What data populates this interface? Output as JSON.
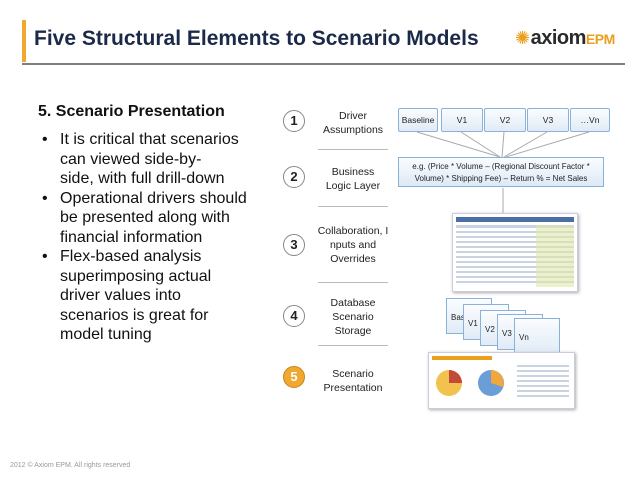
{
  "header": {
    "title": "Five Structural Elements to Scenario Models",
    "logo_text": "axiom",
    "logo_suffix": "EPM"
  },
  "content": {
    "section_heading": "5. Scenario Presentation",
    "bullets": [
      "It is critical that scenarios\ncan viewed side-by-\nside, with full drill-down",
      "Operational drivers should\nbe presented along with\nfinancial information",
      "Flex-based analysis\nsuperimposing actual\ndriver values into\nscenarios is great for\nmodel tuning"
    ]
  },
  "steps": [
    {
      "number": "1",
      "label": "Driver\nAssumptions"
    },
    {
      "number": "2",
      "label": "Business\nLogic Layer"
    },
    {
      "number": "3",
      "label": "Collaboration, I\nnputs and\nOverrides"
    },
    {
      "number": "4",
      "label": "Database\nScenario\nStorage"
    },
    {
      "number": "5",
      "label": "Scenario\nPresentation"
    }
  ],
  "diagram": {
    "versions": [
      "Baseline",
      "V1",
      "V2",
      "V3",
      "…Vn"
    ],
    "formula": "e.g. (Price * Volume – (Regional Discount Factor *\nVolume) * Shipping Fee) – Return % = Net Sales",
    "stack_labels": [
      "Bas",
      "V1",
      "V2",
      "V3",
      "Vn"
    ]
  },
  "footer": {
    "copyright": "2012 © Axiom EPM. All rights reserved"
  },
  "colors": {
    "accent": "#f0a830",
    "title": "#1c2a4a",
    "box_border": "#8ab1d8"
  }
}
